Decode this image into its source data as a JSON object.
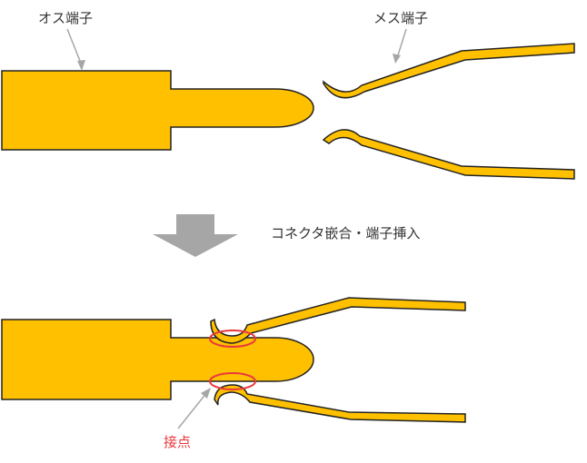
{
  "labels": {
    "male_terminal": "オス端子",
    "female_terminal": "メス端子",
    "step": "コネクタ嵌合・端子挿入",
    "contact_point": "接点"
  },
  "colors": {
    "terminal_fill": "#ffc000",
    "terminal_stroke": "#222222",
    "arrow": "#a6a6a6",
    "contact_ring": "#e8383d",
    "text": "#333333"
  }
}
